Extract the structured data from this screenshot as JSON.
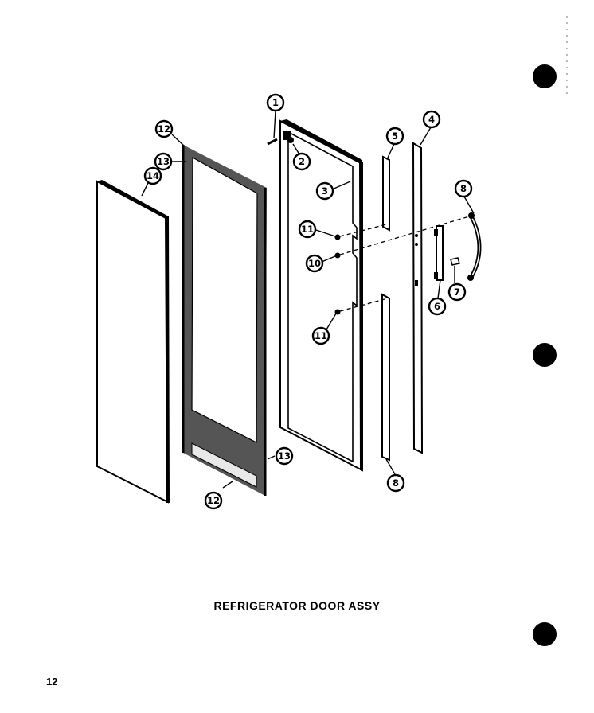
{
  "title": "REFRIGERATOR DOOR ASSY",
  "page_number": "12",
  "callouts": {
    "c1": "1",
    "c2": "2",
    "c3": "3",
    "c4": "4",
    "c5": "5",
    "c6": "6",
    "c7": "7",
    "c8a": "8",
    "c8b": "8",
    "c10": "10",
    "c11a": "11",
    "c11b": "11",
    "c12a": "12",
    "c12b": "12",
    "c13a": "13",
    "c13b": "13",
    "c14": "14"
  }
}
